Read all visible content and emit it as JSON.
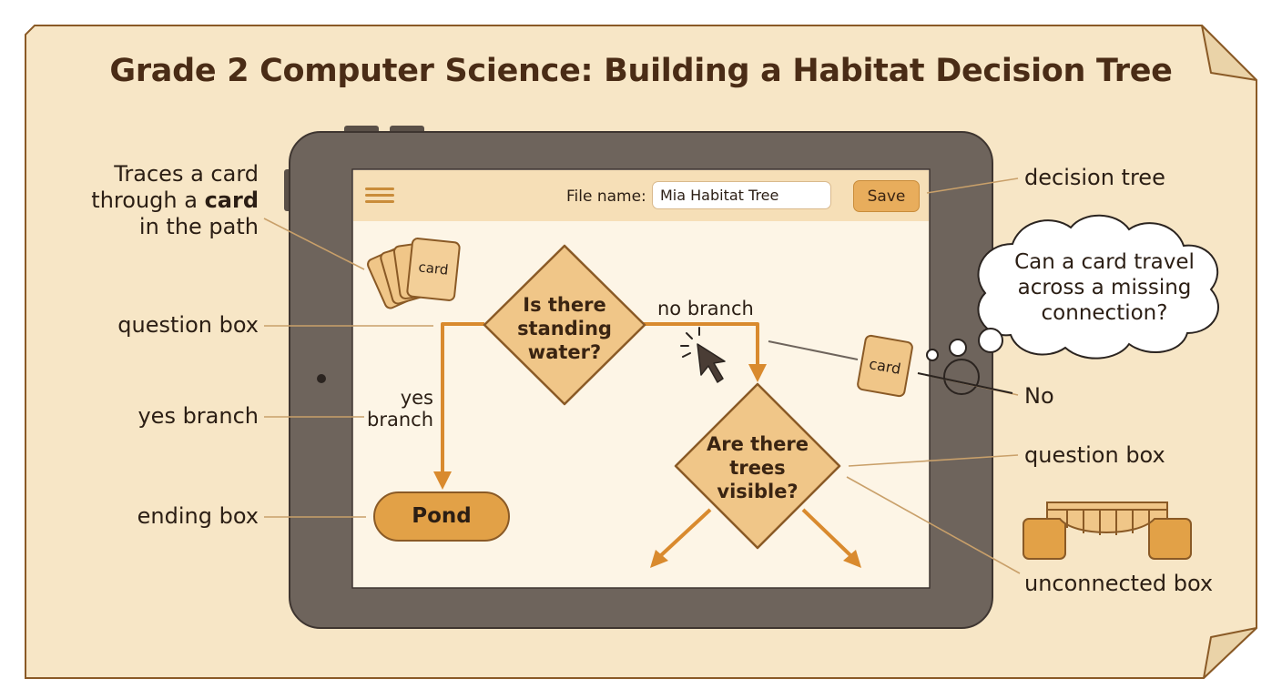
{
  "title": "Grade 2 Computer Science: Building a Habitat Decision Tree",
  "toolbar": {
    "file_label": "File name:",
    "file_value": "Mia Habitat Tree",
    "save_label": "Save"
  },
  "callouts": {
    "traces_1": "Traces a card",
    "traces_2_pre": "through a ",
    "traces_2_bold": "card",
    "traces_3": "in the path",
    "question_box_left": "question box",
    "yes_branch_left": "yes branch",
    "ending_box_left": "ending box",
    "decision_tree": "decision tree",
    "no": "No",
    "question_box_right": "question box",
    "unconnected_box": "unconnected box"
  },
  "thought_bubble": {
    "line1": "Can a card travel",
    "line2": "across a missing",
    "line3": "connection?"
  },
  "flowchart": {
    "q1_line1": "Is there",
    "q1_line2": "standing",
    "q1_line3": "water?",
    "no_branch": "no branch",
    "yes_line1": "yes",
    "yes_line2": "branch",
    "q2_line1": "Are there",
    "q2_line2": "trees",
    "q2_line3": "visible?",
    "ending": "Pond",
    "card_stack_label": "card",
    "loose_card_label": "card"
  },
  "colors": {
    "paper": "#f7e6c6",
    "paper_border": "#8a5a26",
    "tablet_frame": "#6e645c",
    "screen": "#fdf5e6",
    "toolbar": "#f6dfb7",
    "accent": "#d98a2e",
    "node_fill": "#f0c688",
    "node_border": "#8a5a26"
  }
}
